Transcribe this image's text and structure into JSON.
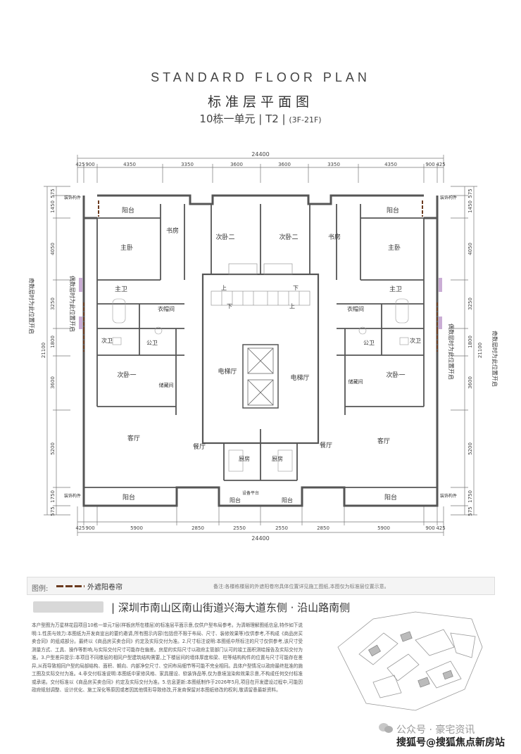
{
  "header": {
    "title_en": "STANDARD FLOOR PLAN",
    "title_cn": "标准层平面图",
    "subtitle_main": "10栋一单元 | T2 | ",
    "subtitle_floors": "(3F-21F)"
  },
  "dimensions": {
    "overall": "24400",
    "top_row": [
      "425",
      "900",
      "4350",
      "3350",
      "3600",
      "3600",
      "3350",
      "4350",
      "900",
      "425"
    ],
    "bottom_row": [
      "425",
      "900",
      "5900",
      "2850",
      "2550",
      "2550",
      "2850",
      "5900",
      "900",
      "425"
    ],
    "left_column": [
      "575",
      "1450",
      "4050",
      "3250",
      "1800",
      "3600",
      "5200",
      "1750",
      "575"
    ],
    "total_height": "21100"
  },
  "rooms": {
    "balcony": "阳台",
    "study": "书房",
    "second_bedroom_2": "次卧二",
    "master_bedroom": "主卧",
    "master_bath": "主卫",
    "cloakroom": "衣帽间",
    "secondary_bath": "次卫",
    "public_bath": "公卫",
    "second_bedroom_1": "次卧一",
    "storage": "储藏间",
    "living_room": "客厅",
    "dining_room": "餐厅",
    "elevator_hall": "电梯厅",
    "kitchen": "厨房",
    "up": "上",
    "down": "下",
    "equipment_platform": "设备平台",
    "sunshade_component": "装饰构件"
  },
  "annotations": {
    "left_window_note": "偶数层时为此位置开启",
    "left_window_note2": "奇数层时为此位置开启",
    "right_window_note": "偶数层时为此位置开启",
    "right_window_note2": "奇数层时为此位置开启"
  },
  "legend": {
    "label": "图例:",
    "item": "外遮阳卷帘",
    "note": "备注:各楼栋楼层的外遮阳卷帘具体位置详见施工图纸,本图仅为标准层位置示意。"
  },
  "location": "| 深圳市南山区南山街道兴海大道东侧 · 沿山路南侧",
  "disclaimer": "本户型图为万星林花园项目10栋一单元7层(样板房所在楼层)的标准层平面示意,仅供户型布局参考。为清晰理解图纸信息,特作如下说明:1.性质与效力:本图纸为开发商宣出的要约邀请,所有图示内容(包括但不限于布局、尺寸、装修效果等)仅供参考,不构成《商品房买卖合同》的组成部分。最终以《商品房买卖合同》约定及实际交付为准。2.尺寸标注说明:本图纸中所标注的尺寸仅供参考,该尺寸受测量方式、工具、操作等影响,与实际交付尺寸可能存在偏差。房屋的实际尺寸以政府主管部门认可的竣工面积测绘报告及实际交付为准。3.户型差异提示:本项目不同楼层的相同户型建筑结构需要,上下楼层间的墙体厚度和梁、柱等结构构件的位置与尺寸可能存在差异,从而导致相同户型的局部结构、面积、朝向、内部净空尺寸、空间布局细节等可能不完全相同。具体户型情况以政府最终批准的施工图及实际交付为准。4.非交付标准说明:本图纸中家修风格、家具摆设、软装饰品等,仅为意境渲染和效果示意,不构成任何交付标准或承诺。交付标准以《商品房买卖合同》约定及实际交付为准。5.信息更新:本图纸制作于2026年5月,项目在开发建设过程中,可能因政府规划调整、设计优化、施工深化等原因或者因其他情形导致修改,开发商保留对本图纸修改的权利,敬请留意最新资料。",
  "watermark": {
    "line1": "公众号 · 豪宅资讯",
    "line2": "搜狐号@搜狐焦点新房站"
  },
  "colors": {
    "wall": "#555555",
    "wall_fill": "#e3e3e3",
    "dim_line": "#777777",
    "shutter": "#6b3b1f",
    "shutter_mark": "#b58bc4"
  }
}
